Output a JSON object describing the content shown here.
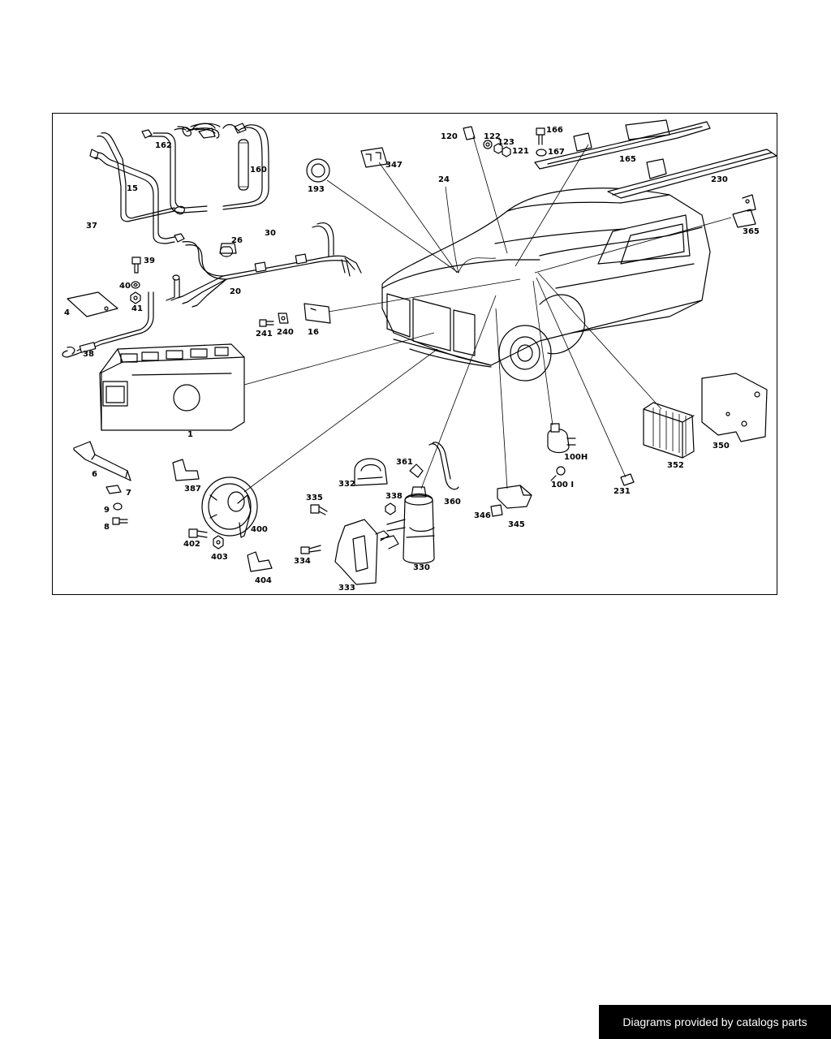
{
  "diagram": {
    "callouts": [
      {
        "id": "c-162",
        "label": "162"
      },
      {
        "id": "c-15",
        "label": "15"
      },
      {
        "id": "c-160",
        "label": "160"
      },
      {
        "id": "c-37",
        "label": "37"
      },
      {
        "id": "c-193",
        "label": "193"
      },
      {
        "id": "c-26",
        "label": "26"
      },
      {
        "id": "c-30",
        "label": "30"
      },
      {
        "id": "c-39",
        "label": "39"
      },
      {
        "id": "c-20",
        "label": "20"
      },
      {
        "id": "c-40",
        "label": "40"
      },
      {
        "id": "c-41",
        "label": "41"
      },
      {
        "id": "c-4",
        "label": "4"
      },
      {
        "id": "c-241",
        "label": "241"
      },
      {
        "id": "c-240",
        "label": "240"
      },
      {
        "id": "c-16",
        "label": "16"
      },
      {
        "id": "c-38",
        "label": "38"
      },
      {
        "id": "c-1",
        "label": "1"
      },
      {
        "id": "c-347",
        "label": "347"
      },
      {
        "id": "c-24",
        "label": "24"
      },
      {
        "id": "c-120",
        "label": "120"
      },
      {
        "id": "c-122",
        "label": "122"
      },
      {
        "id": "c-123",
        "label": "123"
      },
      {
        "id": "c-121",
        "label": "121"
      },
      {
        "id": "c-166",
        "label": "166"
      },
      {
        "id": "c-167",
        "label": "167"
      },
      {
        "id": "c-165",
        "label": "165"
      },
      {
        "id": "c-230",
        "label": "230"
      },
      {
        "id": "c-365",
        "label": "365"
      },
      {
        "id": "c-6",
        "label": "6"
      },
      {
        "id": "c-7",
        "label": "7"
      },
      {
        "id": "c-9",
        "label": "9"
      },
      {
        "id": "c-8",
        "label": "8"
      },
      {
        "id": "c-387",
        "label": "387"
      },
      {
        "id": "c-400",
        "label": "400"
      },
      {
        "id": "c-402",
        "label": "402"
      },
      {
        "id": "c-403",
        "label": "403"
      },
      {
        "id": "c-404",
        "label": "404"
      },
      {
        "id": "c-335",
        "label": "335"
      },
      {
        "id": "c-332",
        "label": "332"
      },
      {
        "id": "c-361",
        "label": "361"
      },
      {
        "id": "c-338",
        "label": "338"
      },
      {
        "id": "c-360",
        "label": "360"
      },
      {
        "id": "c-334",
        "label": "334"
      },
      {
        "id": "c-333",
        "label": "333"
      },
      {
        "id": "c-330",
        "label": "330"
      },
      {
        "id": "c-346",
        "label": "346"
      },
      {
        "id": "c-345",
        "label": "345"
      },
      {
        "id": "c-100H",
        "label": "100H"
      },
      {
        "id": "c-100I",
        "label": "100 I"
      },
      {
        "id": "c-231",
        "label": "231"
      },
      {
        "id": "c-352",
        "label": "352"
      },
      {
        "id": "c-350",
        "label": "350"
      }
    ]
  },
  "footer": {
    "credit": "Diagrams provided by catalogs parts"
  }
}
